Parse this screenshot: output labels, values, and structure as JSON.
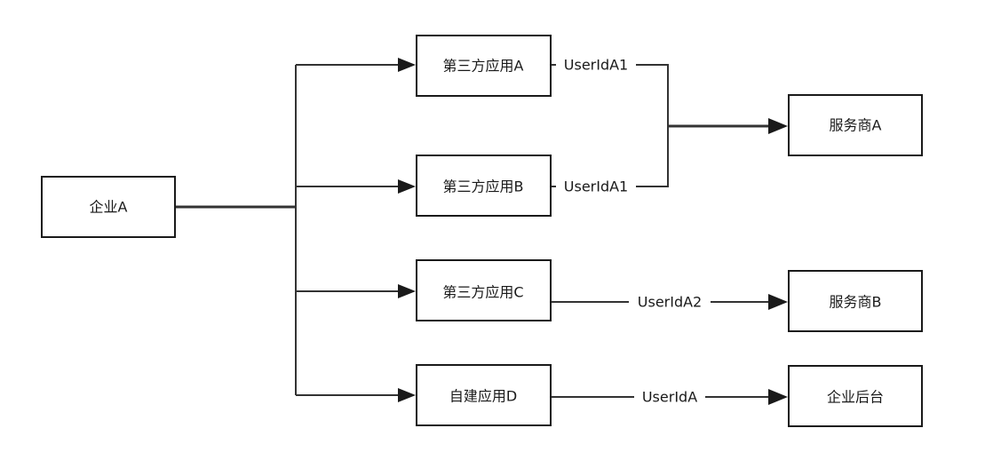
{
  "nodes": {
    "enterprise": "企业A",
    "app_a": "第三方应用A",
    "app_b": "第三方应用B",
    "app_c": "第三方应用C",
    "app_d": "自建应用D",
    "provider_a": "服务商A",
    "provider_b": "服务商B",
    "backend": "企业后台"
  },
  "edge_labels": {
    "a_to_provider": "UserIdA1",
    "b_to_provider": "UserIdA1",
    "c_to_provider": "UserIdA2",
    "d_to_backend": "UserIdA"
  },
  "colors": {
    "stroke": "#1a1a1a",
    "line": "#333333",
    "background": "#ffffff"
  }
}
